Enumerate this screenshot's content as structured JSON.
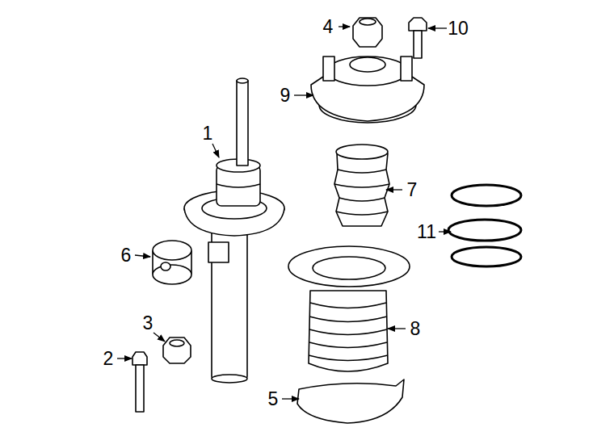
{
  "diagram": {
    "labels": [
      "4",
      "10",
      "9",
      "1",
      "7",
      "11",
      "6",
      "3",
      "8",
      "2",
      "5"
    ]
  }
}
